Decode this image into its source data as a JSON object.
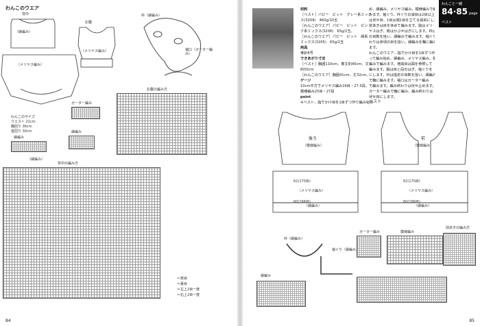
{
  "left": {
    "title": "わんこのウエア",
    "labels": {
      "back_top": "背中",
      "belly_top": "お腹",
      "neck_collar": "衿（縁編み）",
      "sleeve_border": "袖口（ガーター編み）",
      "rib": "（縁編み）",
      "meriyasu": "（メリヤス編み）",
      "meriyasu_left": "（メリヤス編み）",
      "belly_how": "お腹の編み方",
      "garter": "ガーター編み",
      "edge": "縁編み",
      "back_how": "背中の編み方",
      "rib_small": "（縁編み）",
      "note1": "わんこのサイズ",
      "note2": "ウエスト 21cm",
      "note3": "胸回り 36cm",
      "note4": "首回り 30cm",
      "sym1": "＝表目",
      "sym2": "＝裏目",
      "sym3": "＝左上2目一度",
      "sym4": "＝右上2目一度"
    },
    "page_number": "84"
  },
  "right": {
    "badge_line1": "わんこと一緒",
    "badge_pages": "84·85",
    "badge_page_label": "page",
    "badge_sub": "ベスト",
    "materials_heading": "材料",
    "materials_lines": [
      "［ベスト］パピー　ピット　グレー系ミック",
      "ス(3209)　460g/10玉",
      "［わんこのウエア］パピー　ピット　ピン",
      "ク系ミックス(3208)　65g/2玉、",
      "［わんこのウエア］パピー　ピット　紺系",
      "ミックス(3205)　65g/2玉"
    ],
    "tools_heading": "用具",
    "tools_line": "棒針8号",
    "size_heading": "できあがり寸法",
    "size_lines": [
      "［ベスト］胸囲110cm、着丈約40cm、丈",
      "約50cm",
      "［わんこのウエア］胸囲41cm、丈32cm、"
    ],
    "gauge_heading": "ゲージ",
    "gauge_line": "10cm平方でメリヤス編み16目・27.5段、",
    "gauge_line2": "模様編み25目・27段",
    "point_heading": "point",
    "point_line": "※ベスト…指でかけ目を1目ずつ作り編み始め",
    "body_lines": [
      "め、縁編み、メリヤス編み、模様編みで編",
      "みます。袖ぐり、衿ぐりの減目は2目以上",
      "は伏せ目、1目は端1目を立てる減目にします。",
      "前あきは目を休めて編みます。脇はメリ",
      "ヤスはぎ、肩はかぶせはぎにします。衿は指定",
      "の目数を拾い、縁編みで編みます。袖ぐり",
      "わりは身頃の目を拾い、縁編みを輪に編み",
      "ます。",
      "わんこのウエア…指でかけ目を1目ずつ作",
      "って編み始め、縁編み、メリヤス編み、模様",
      "編みで編みます。増減目は図を参照して",
      "編みます。脇は目と段のはぎ。袖ぐりを",
      "にします。衿は指定の目数を拾い、縁編み",
      "で輪に編みます。袖口はガーター編み",
      "で編みます。編み終わりは伏せ止めます。",
      "ガーター編みで輪に編み、編み終わりは",
      "伏せ目にします。"
    ],
    "labels": {
      "vest": "ベスト",
      "back": "後ろ",
      "front": "前",
      "pattern": "（模様編み）",
      "pattern2": "（模様編み）",
      "meriyasu": "（メリヤス編み）",
      "meriyasu2": "（メリヤス編み）",
      "rib": "（縁編み）",
      "rib2": "（縁編み）",
      "collar": "衿（縁編み）",
      "armhole": "袖ぐり（縁編み）",
      "garter": "ガーター編み",
      "pattern_chart": "模様編み",
      "edge_chart": "縁編み",
      "front_opening": "前あきの編み方",
      "w1": "62(170目)",
      "w2": "60(166目)",
      "w3": "62(170目)",
      "w4": "60(166目)"
    },
    "page_number": "85"
  }
}
